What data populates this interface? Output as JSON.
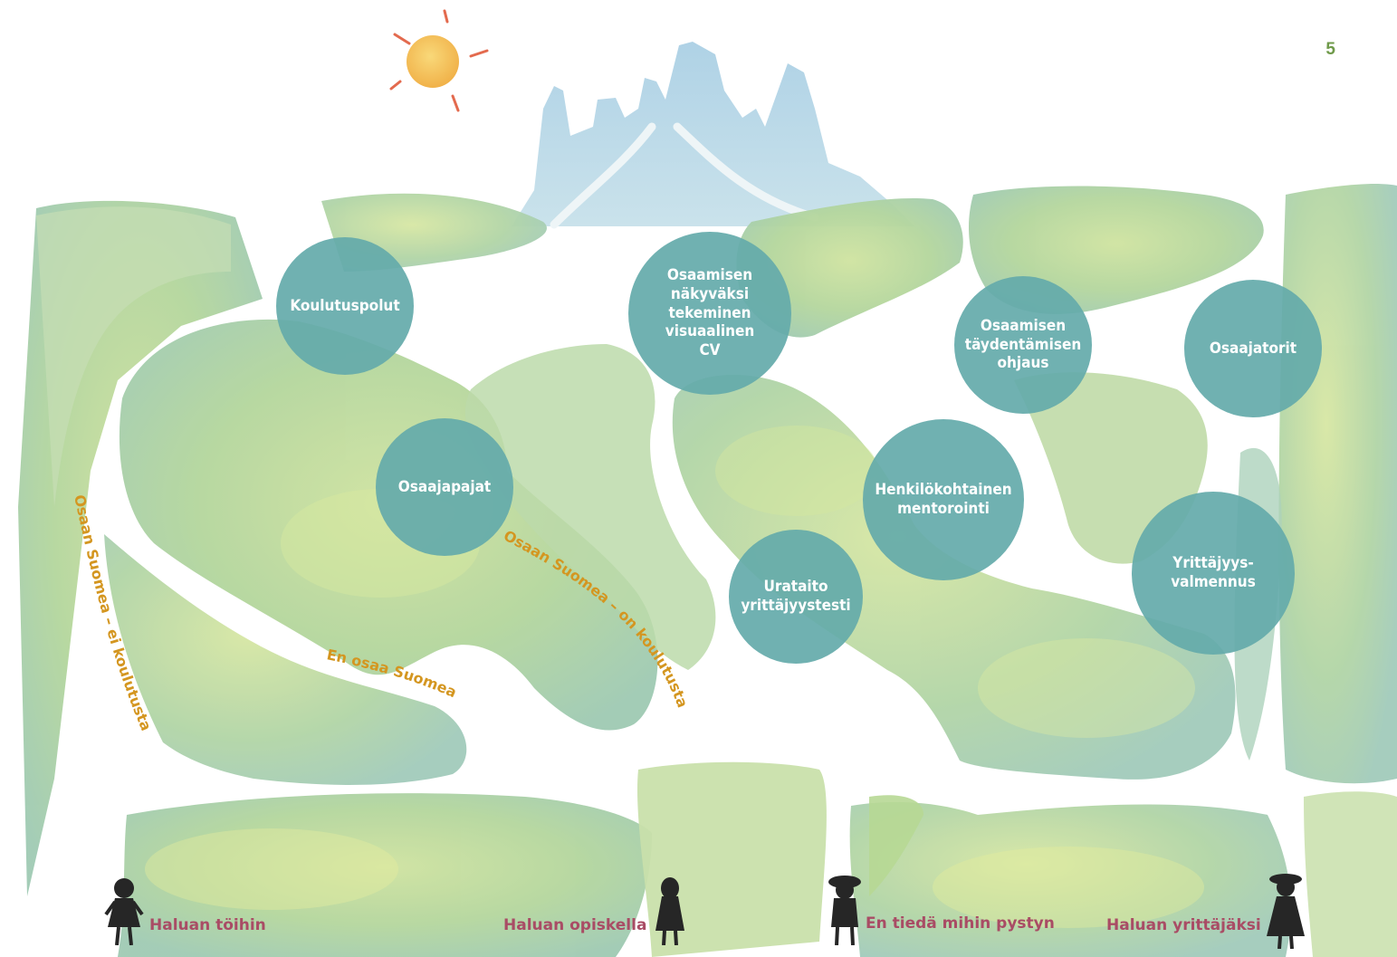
{
  "page_number": "5",
  "nodes": {
    "koulutuspolut": "Koulutuspolut",
    "osaamisen_nakyvaksi": "Osaamisen\nnäkyväksi\ntekeminen\nvisuaalinen\nCV",
    "osaamisen_taydentamisen": "Osaamisen\ntäydentämisen\nohjaus",
    "osaajatorit": "Osaajatorit",
    "osaajapajat": "Osaajapajat",
    "henkilokohtainen": "Henkilökohtainen\nmentorointi",
    "urataito": "Urataito\nyrittäjyystesti",
    "yrittajyys": "Yrittäjyys-\nvalmennus"
  },
  "path_labels": {
    "ei_koulutusta": "Osaan Suomea – ei koulutusta",
    "on_koulutusta": "Osaan Suomea – on koulutusta",
    "en_osaa": "En osaa Suomea"
  },
  "people": {
    "toihin": "Haluan töihin",
    "opiskella": "Haluan opiskella",
    "en_tieda": "En tiedä mihin pystyn",
    "yrittajaksi": "Haluan yrittäjäksi"
  },
  "colors": {
    "node": "#64aaaa",
    "person_label": "#a94c65",
    "path_label": "#d49620",
    "hills": "#b9d89a",
    "sky_city": "#a9cfe3",
    "sun": "#f5bd4a"
  }
}
